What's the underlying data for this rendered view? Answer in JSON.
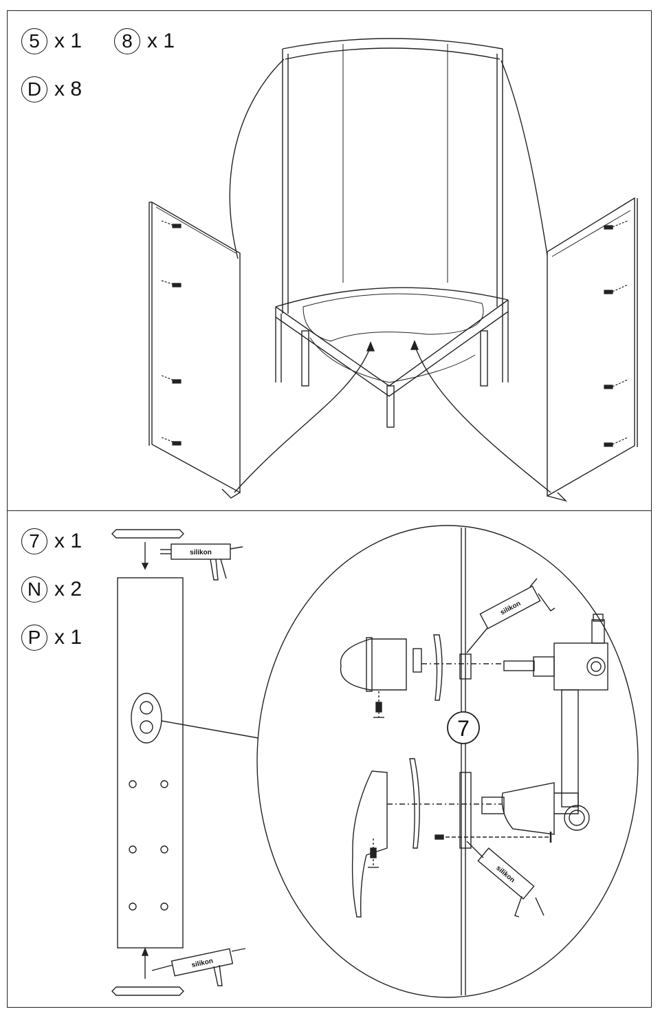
{
  "top_step": {
    "parts": [
      {
        "id": "5",
        "qty": "x 1"
      },
      {
        "id": "8",
        "qty": "x 1"
      },
      {
        "id": "D",
        "qty": "x 8"
      }
    ]
  },
  "bottom_step": {
    "parts": [
      {
        "id": "7",
        "qty": "x 1"
      },
      {
        "id": "N",
        "qty": "x 2"
      },
      {
        "id": "P",
        "qty": "x 1"
      }
    ],
    "detail_callout": "7",
    "sealant_label": "silikon"
  },
  "colors": {
    "line": "#222222",
    "background": "#ffffff"
  }
}
